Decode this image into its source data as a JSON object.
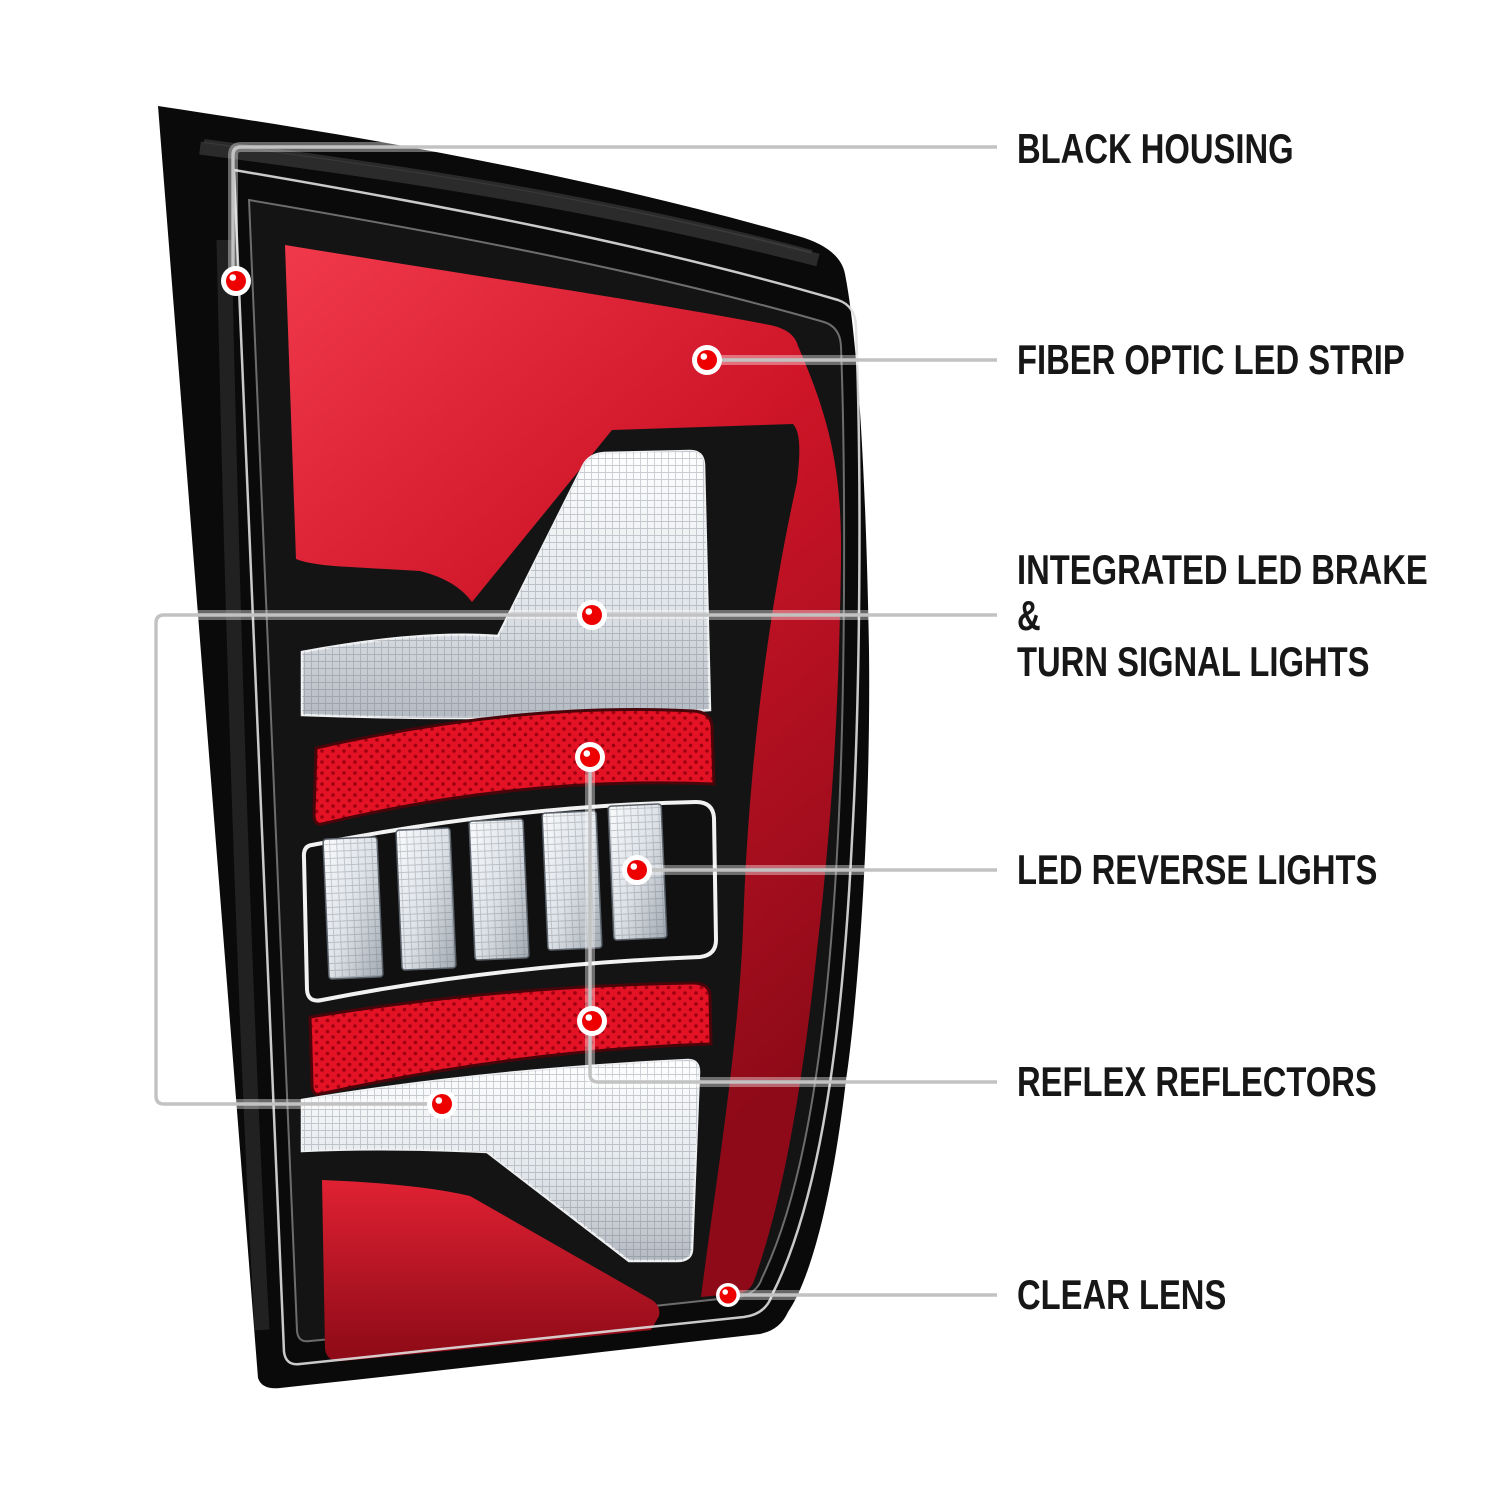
{
  "diagram": {
    "subject": "tail-light-callout-diagram",
    "background": "#ffffff",
    "callouts": [
      {
        "id": "black-housing",
        "label": "BLACK HOUSING"
      },
      {
        "id": "fiber-optic-led-strip",
        "label": "FIBER OPTIC LED STRIP"
      },
      {
        "id": "integrated-led-brake-turn-signal",
        "lines": [
          "INTEGRATED LED BRAKE",
          "&",
          "TURN SIGNAL LIGHTS"
        ]
      },
      {
        "id": "led-reverse-lights",
        "label": "LED REVERSE LIGHTS"
      },
      {
        "id": "reflex-reflectors",
        "label": "REFLEX REFLECTORS"
      },
      {
        "id": "clear-lens",
        "label": "CLEAR LENS"
      }
    ],
    "colors": {
      "marker_red": "#ee0000",
      "marker_ring": "#ffffff",
      "line": "#c2c2c2",
      "text": "#171717",
      "lamp_red": "#d01425",
      "lamp_black": "#0a0a0a"
    }
  }
}
